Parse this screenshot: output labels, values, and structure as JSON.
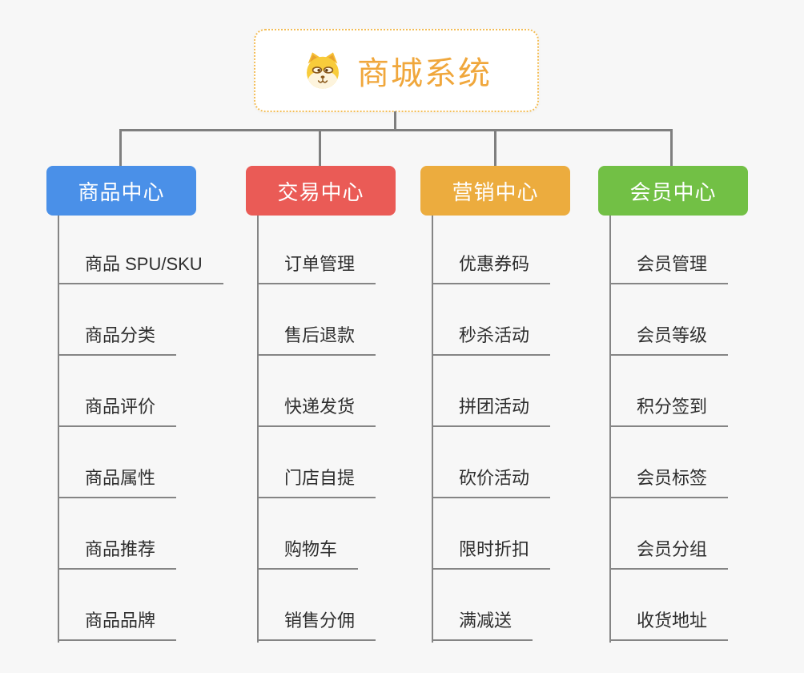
{
  "root": {
    "title": "商城系统",
    "icon": "shiba-dog-icon",
    "title_color": "#F0A73C",
    "border_color": "#F3BD57"
  },
  "branches": [
    {
      "label": "商品中心",
      "color": "#4A90E8",
      "children": [
        "商品 SPU/SKU",
        "商品分类",
        "商品评价",
        "商品属性",
        "商品推荐",
        "商品品牌"
      ]
    },
    {
      "label": "交易中心",
      "color": "#EA5B56",
      "children": [
        "订单管理",
        "售后退款",
        "快递发货",
        "门店自提",
        "购物车",
        "销售分佣"
      ]
    },
    {
      "label": "营销中心",
      "color": "#ECAC3E",
      "children": [
        "优惠券码",
        "秒杀活动",
        "拼团活动",
        "砍价活动",
        "限时折扣",
        "满减送"
      ]
    },
    {
      "label": "会员中心",
      "color": "#72C045",
      "children": [
        "会员管理",
        "会员等级",
        "积分签到",
        "会员标签",
        "会员分组",
        "收货地址"
      ]
    }
  ],
  "colors": {
    "background": "#F7F7F7",
    "connector": "#7F7F7F",
    "leaf_text": "#2E2E2E",
    "leaf_underline": "#858585"
  }
}
